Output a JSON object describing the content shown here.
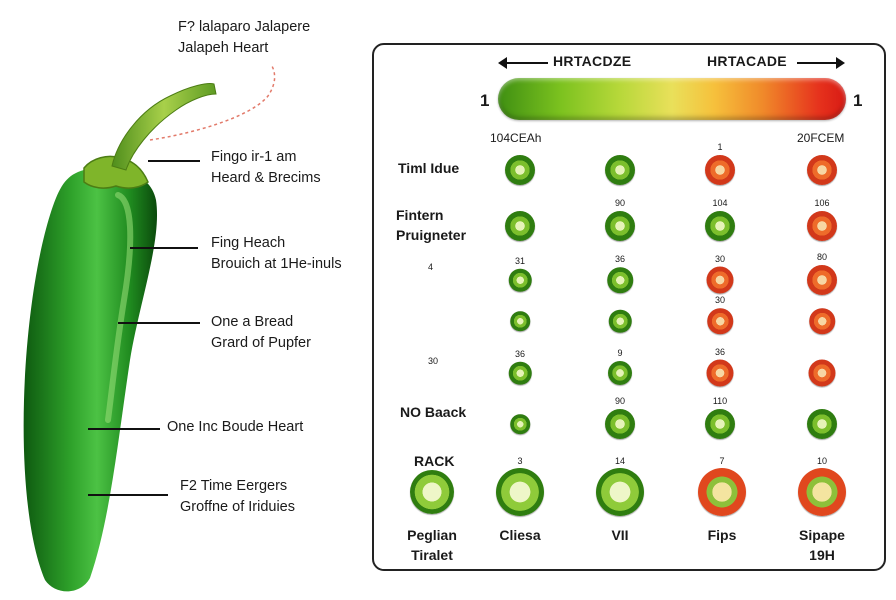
{
  "pepper": {
    "top_label": [
      "F? lalaparo Jalapere",
      "Jalapeh Heart"
    ],
    "callouts": [
      {
        "lines": [
          "Fingo ir-1 am",
          "Heard & Brecims"
        ]
      },
      {
        "lines": [
          "Fing Heach",
          "Brouich at 1He-inuls"
        ]
      },
      {
        "lines": [
          "One a Bread",
          "Grard of Pupfer"
        ]
      },
      {
        "lines": [
          "One Inc Boude Heart"
        ]
      },
      {
        "lines": [
          "F2 Time Eergers",
          "Groffne of Iriduies"
        ]
      }
    ]
  },
  "scale": {
    "left_heading": "HRTACDZE",
    "right_heading": "HRTACADE",
    "left_number": "1",
    "right_number": "1",
    "left_sublabel": "104CEAh",
    "right_sublabel": "20FCEM",
    "colors": {
      "green": "#3f8f12",
      "yellow": "#e9e05a",
      "red": "#d81a14"
    }
  },
  "rows": [
    {
      "label": [
        "Timl Idue"
      ],
      "bold": true,
      "numbers": [
        "",
        "",
        "1",
        ""
      ],
      "types": [
        "g",
        "g",
        "r",
        "r"
      ],
      "sizes": [
        1,
        1,
        1,
        1
      ]
    },
    {
      "label": [
        "Fintern",
        "Pruigneter"
      ],
      "bold": true,
      "numbers": [
        "",
        "90",
        "104",
        "106"
      ],
      "types": [
        "g",
        "g",
        "g",
        "r"
      ],
      "sizes": [
        1,
        1,
        1,
        1
      ]
    },
    {
      "label": [
        "4"
      ],
      "bold": false,
      "numbers": [
        "31",
        "36",
        "30",
        "80"
      ],
      "types": [
        "g",
        "g",
        "r",
        "r"
      ],
      "sizes": [
        0.75,
        0.85,
        0.9,
        1
      ]
    },
    {
      "label": [],
      "bold": false,
      "numbers": [
        "",
        "",
        "30",
        ""
      ],
      "types": [
        "g",
        "g",
        "r",
        "r"
      ],
      "sizes": [
        0.65,
        0.75,
        0.85,
        0.85
      ]
    },
    {
      "label": [
        "30"
      ],
      "bold": false,
      "numbers": [
        "36",
        "9",
        "36",
        ""
      ],
      "types": [
        "g",
        "g",
        "r",
        "r"
      ],
      "sizes": [
        0.75,
        0.8,
        0.9,
        0.9
      ]
    },
    {
      "label": [
        "NO Baack"
      ],
      "bold": true,
      "numbers": [
        "",
        "90",
        "110",
        ""
      ],
      "types": [
        "g",
        "g",
        "g",
        "g"
      ],
      "sizes": [
        0.65,
        1,
        1,
        1
      ]
    }
  ],
  "bottom_row": {
    "header": "RACK",
    "numbers": [
      "3",
      "14",
      "7",
      "10"
    ],
    "types": [
      "g",
      "g",
      "g",
      "r",
      "r"
    ],
    "labels": [
      [
        "Peglian",
        "Tiralet"
      ],
      [
        "Cliesa"
      ],
      [
        "VII"
      ],
      [
        "Fips"
      ],
      [
        "Sipape",
        "19H"
      ]
    ]
  }
}
